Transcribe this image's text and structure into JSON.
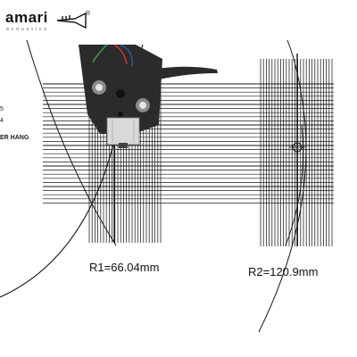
{
  "brand": {
    "name": "amari",
    "tagline": "acoustics"
  },
  "protractor": {
    "side_labels": [
      "5",
      "4",
      "ER HANG"
    ],
    "zones": [
      {
        "label": "R1=66.04mm"
      },
      {
        "label": "R2=120.9mm"
      }
    ]
  },
  "colors": {
    "grid_line": "#1a1a1a",
    "arc_line": "#151515",
    "cartridge_body": "#2b2b2b",
    "cartridge_highlight": "#8a8a8a",
    "stylus_block": "#d9d9d9",
    "wire_green": "#3d8f4a",
    "wire_red": "#c0392b",
    "wire_blue": "#2e5aa8"
  }
}
